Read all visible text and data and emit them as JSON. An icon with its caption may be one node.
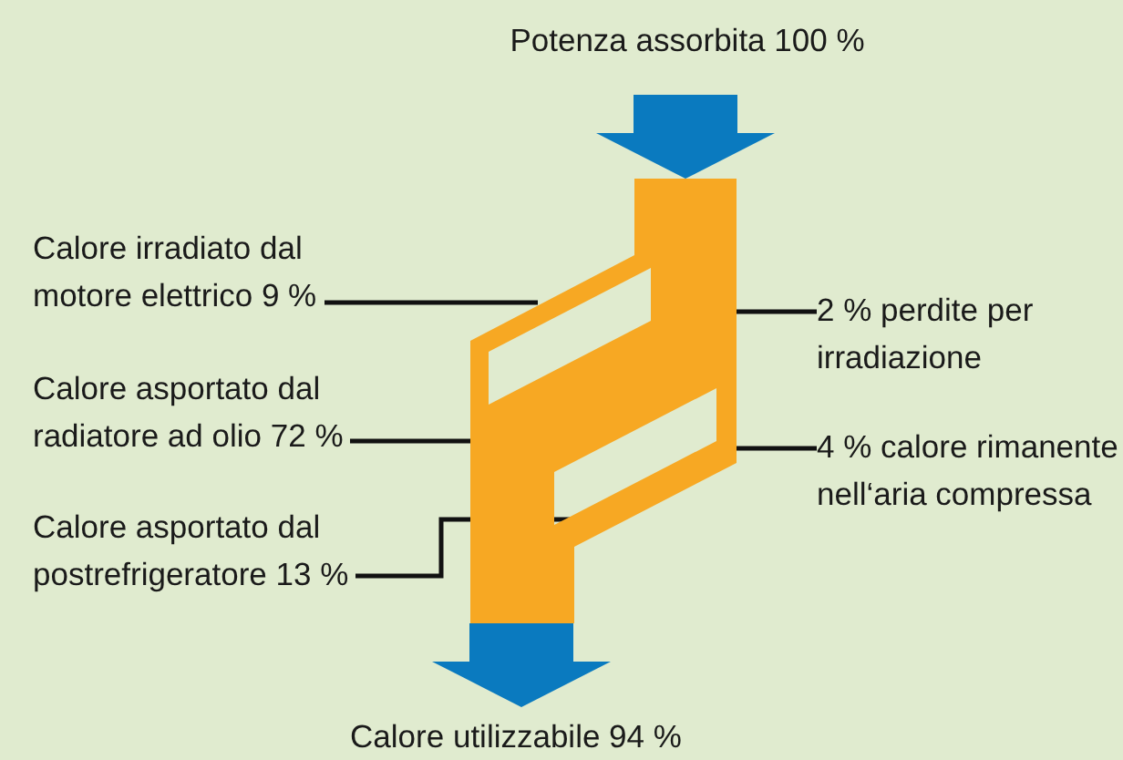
{
  "diagram": {
    "nodes": [
      {
        "text": [
          "Potenza assorbita 100 %"
        ]
      },
      {
        "text": [],
        "shape": "band"
      },
      {
        "text": [
          "Calore irradiato dal motore elettrico 9 %"
        ]
      },
      {
        "text": [
          "Calore asportato dal radiatore ad olio 72 %"
        ]
      },
      {
        "text": [
          "Calore asportato dal postrefrigeratore 13 %"
        ]
      },
      {
        "text": [
          "2 % perdite per irradiazione"
        ]
      },
      {
        "text": [
          "4 % calore rimanente nell‘aria compressa"
        ]
      },
      {
        "text": [
          "Calore utilizzabile 94 %"
        ]
      }
    ],
    "edges": [
      {
        "from": 0,
        "to": 1,
        "arrow": "to",
        "style": "thick",
        "color": "#0a7abf"
      },
      {
        "from": 1,
        "to": 7,
        "arrow": "to",
        "style": "thick",
        "color": "#0a7abf"
      },
      {
        "from": 2,
        "to": 1,
        "arrow": "none"
      },
      {
        "from": 3,
        "to": 1,
        "arrow": "none"
      },
      {
        "from": 4,
        "to": 1,
        "arrow": "none"
      },
      {
        "from": 5,
        "to": 1,
        "arrow": "none"
      },
      {
        "from": 6,
        "to": 1,
        "arrow": "none"
      }
    ]
  }
}
